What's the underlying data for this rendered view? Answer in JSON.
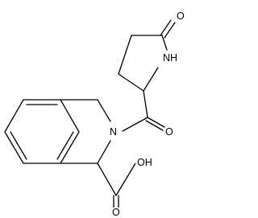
{
  "atoms": {
    "ring_nitrogen": "N",
    "ring_oxygen": "O",
    "amide_nh": "NH",
    "carbonyl_oxygen": "O",
    "acid_hydroxyl": "OH",
    "acid_oxygen": "O"
  },
  "colors": {
    "bond": "#000000",
    "background": "#ffffff"
  }
}
